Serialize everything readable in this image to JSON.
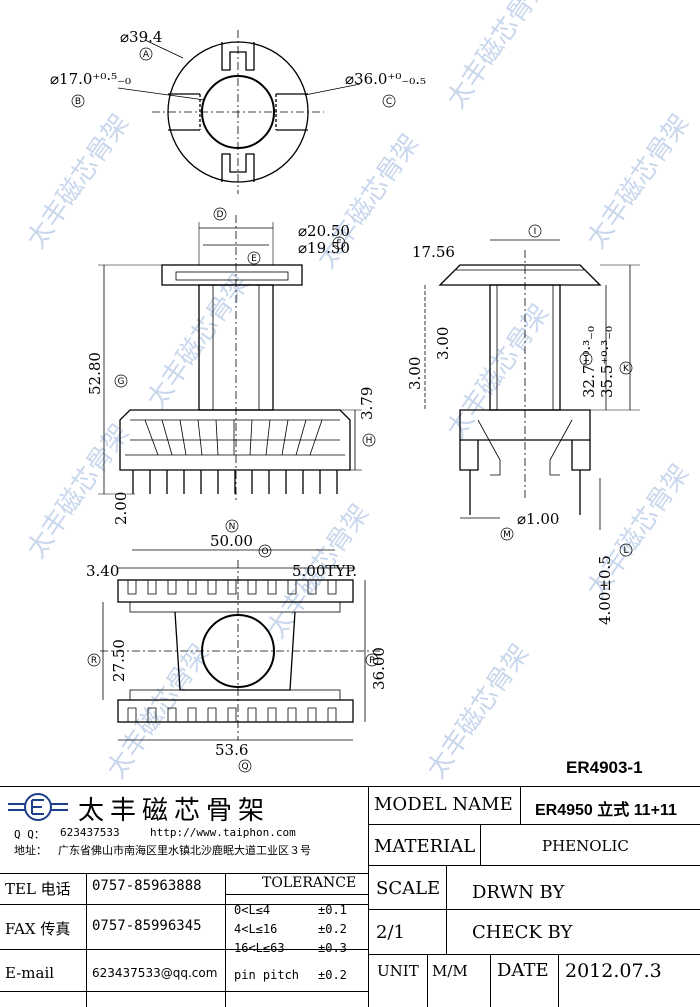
{
  "part_number": "ER4903-1",
  "watermark": "太丰磁芯骨架",
  "top_view": {
    "dims": [
      {
        "key": "A",
        "text": "⌀39.4"
      },
      {
        "key": "B",
        "text": "⌀17.0⁺⁰·⁵₋₀"
      },
      {
        "key": "C",
        "text": "⌀36.0⁺⁰₋₀.₅"
      }
    ]
  },
  "front_view": {
    "dims": [
      {
        "key": "D",
        "text": "⌀20.50"
      },
      {
        "key": "E",
        "text": "⌀19.50"
      },
      {
        "key": "G",
        "text": "52.80"
      },
      {
        "key": "H",
        "text": "3.79"
      },
      {
        "key": "base",
        "text": "2.00"
      }
    ]
  },
  "side_view": {
    "dims": [
      {
        "key": "I",
        "text": "17.56"
      },
      {
        "key": "J",
        "text": "32.7⁺⁰·³₋₀"
      },
      {
        "key": "K",
        "text": "35.5⁺⁰·³₋₀"
      },
      {
        "key": "wall1",
        "text": "3.00"
      },
      {
        "key": "wall2",
        "text": "3.00"
      },
      {
        "key": "M",
        "text": "⌀1.00"
      },
      {
        "key": "L",
        "text": "4.00±0.5"
      }
    ]
  },
  "bottom_view": {
    "dims": [
      {
        "key": "N",
        "text": "50.00"
      },
      {
        "key": "O",
        "text": "5.00TYP."
      },
      {
        "key": "edge",
        "text": "3.40"
      },
      {
        "key": "R",
        "text": "27.50"
      },
      {
        "key": "P",
        "text": "36.00"
      },
      {
        "key": "Q",
        "text": "53.6"
      }
    ]
  },
  "circle_labels": [
    "A",
    "B",
    "C",
    "D",
    "E",
    "F",
    "G",
    "H",
    "I",
    "J",
    "K",
    "L",
    "M",
    "N",
    "O",
    "P",
    "Q",
    "R"
  ],
  "company": {
    "name": "太丰磁芯骨架",
    "qq_label": "Q Q：",
    "qq": "623437533",
    "website": "http://www.taiphon.com",
    "address_label": "地址：",
    "address": "广东省佛山市南海区里水镇北沙鹿眠大道工业区３号",
    "tel_label": "TEL 电话",
    "tel": "0757-85963888",
    "fax_label": "FAX 传真",
    "fax": "0757-85996345",
    "email_label": "E-mail",
    "email": "623437533@qq.com"
  },
  "tolerance": {
    "title": "TOLERANCE",
    "rows": [
      {
        "range": "0<L≤4",
        "value": "±0.1"
      },
      {
        "range": "4<L≤16",
        "value": "±0.2"
      },
      {
        "range": "16<L≤63",
        "value": "±0.3"
      },
      {
        "range": "pin pitch",
        "value": "±0.2"
      }
    ]
  },
  "model": {
    "label": "MODEL NAME",
    "value": "ER4950 立式 11+11"
  },
  "material": {
    "label": "MATERIAL",
    "value": "PHENOLIC"
  },
  "scale": {
    "label": "SCALE",
    "value": "2/1"
  },
  "drawn_by": {
    "label": "DRWN BY"
  },
  "check_by": {
    "label": "CHECK BY"
  },
  "unit": {
    "label": "UNIT",
    "value": "M/M"
  },
  "date": {
    "label": "DATE",
    "value": "2012.07.3"
  }
}
